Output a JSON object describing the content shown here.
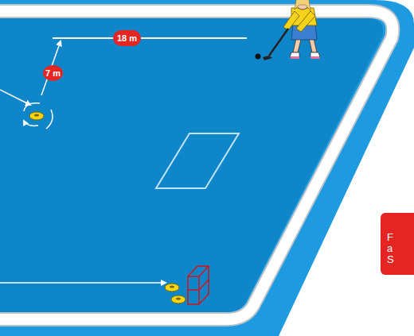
{
  "diagram": {
    "labels": [
      "18 m",
      "7 m",
      "F",
      "a",
      "S"
    ]
  }
}
